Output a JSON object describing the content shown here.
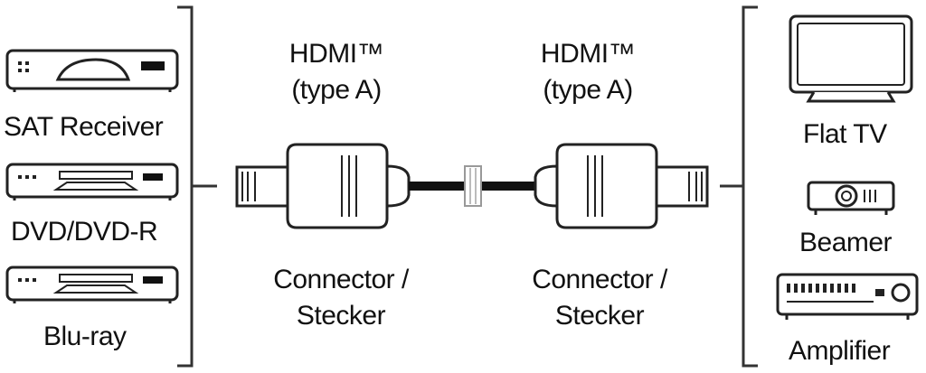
{
  "left_devices": [
    {
      "label": "SAT Receiver",
      "icon": "sat-receiver-icon"
    },
    {
      "label": "DVD/DVD-R",
      "icon": "dvd-player-icon"
    },
    {
      "label": "Blu-ray",
      "icon": "bluray-player-icon"
    }
  ],
  "right_devices": [
    {
      "label": "Flat TV",
      "icon": "flat-tv-icon"
    },
    {
      "label": "Beamer",
      "icon": "projector-icon"
    },
    {
      "label": "Amplifier",
      "icon": "amplifier-icon"
    }
  ],
  "cable": {
    "left_connector": {
      "type_line1": "HDMI™",
      "type_line2": "(type A)",
      "caption_line1": "Connector /",
      "caption_line2": "Stecker"
    },
    "right_connector": {
      "type_line1": "HDMI™",
      "type_line2": "(type A)",
      "caption_line1": "Connector /",
      "caption_line2": "Stecker"
    }
  }
}
